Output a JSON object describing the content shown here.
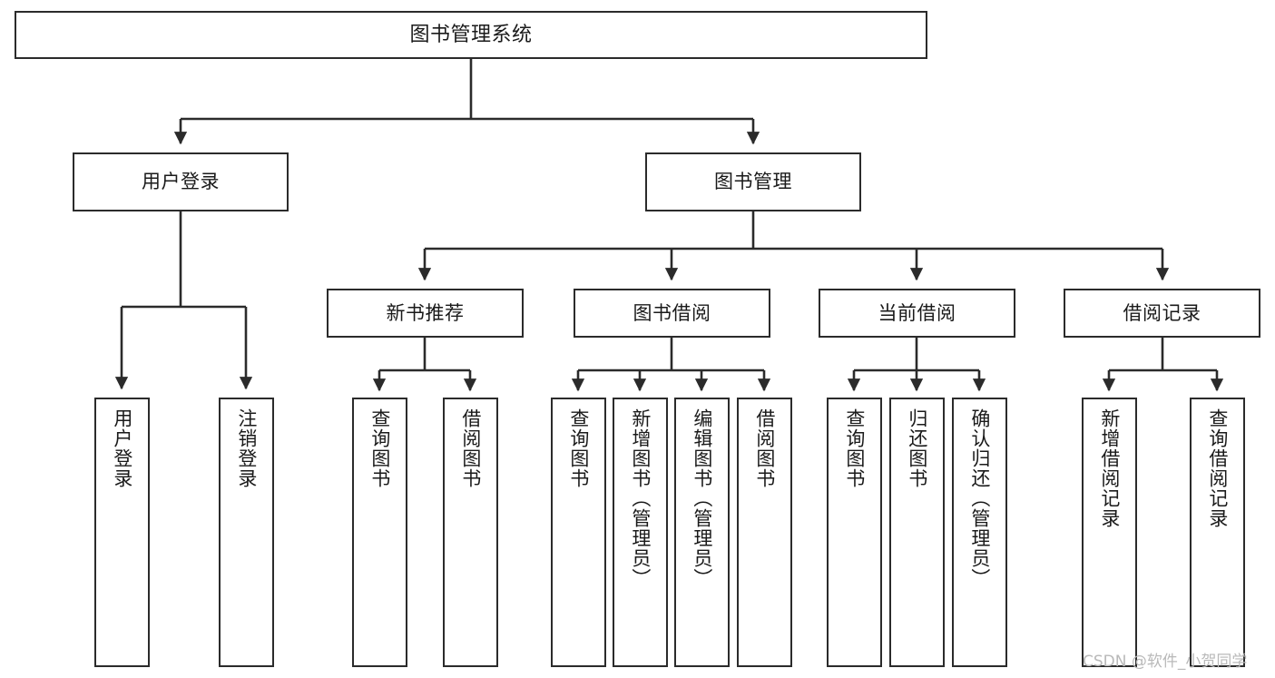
{
  "diagram": {
    "title": "图书管理系统",
    "type": "tree-hierarchy-chart",
    "watermark": "CSDN @软件_小贺同学",
    "colors": {
      "background": "#ffffff",
      "box_border": "#2b2b2b",
      "box_fill": "#ffffff",
      "edge": "#2b2b2b",
      "text": "#1a1a1a",
      "watermark": "#b9b9b9"
    },
    "nodes": {
      "root": {
        "label": "图书管理系统"
      },
      "level2": [
        {
          "id": "user-login",
          "label": "用户登录"
        },
        {
          "id": "book-manage",
          "label": "图书管理"
        }
      ],
      "level3": [
        {
          "id": "new-book-recommend",
          "label": "新书推荐"
        },
        {
          "id": "book-borrow",
          "label": "图书借阅"
        },
        {
          "id": "current-borrow",
          "label": "当前借阅"
        },
        {
          "id": "borrow-record",
          "label": "借阅记录"
        }
      ],
      "leaves": [
        {
          "id": "leaf-user-login",
          "label": "用户登录",
          "parent": "user-login"
        },
        {
          "id": "leaf-logout-login",
          "label": "注销登录",
          "parent": "user-login"
        },
        {
          "id": "leaf-query-book-1",
          "label": "查询图书",
          "parent": "new-book-recommend"
        },
        {
          "id": "leaf-borrow-book-1",
          "label": "借阅图书",
          "parent": "new-book-recommend"
        },
        {
          "id": "leaf-query-book-2",
          "label": "查询图书",
          "parent": "book-borrow"
        },
        {
          "id": "leaf-add-book",
          "label": "新增图书（管理员）",
          "parent": "book-borrow"
        },
        {
          "id": "leaf-edit-book",
          "label": "编辑图书（管理员）",
          "parent": "book-borrow"
        },
        {
          "id": "leaf-borrow-book-2",
          "label": "借阅图书",
          "parent": "book-borrow"
        },
        {
          "id": "leaf-query-book-3",
          "label": "查询图书",
          "parent": "current-borrow"
        },
        {
          "id": "leaf-return-book",
          "label": "归还图书",
          "parent": "current-borrow"
        },
        {
          "id": "leaf-confirm-return",
          "label": "确认归还（管理员）",
          "parent": "current-borrow"
        },
        {
          "id": "leaf-add-record",
          "label": "新增借阅记录",
          "parent": "borrow-record"
        },
        {
          "id": "leaf-query-record",
          "label": "查询借阅记录",
          "parent": "borrow-record"
        }
      ]
    }
  }
}
